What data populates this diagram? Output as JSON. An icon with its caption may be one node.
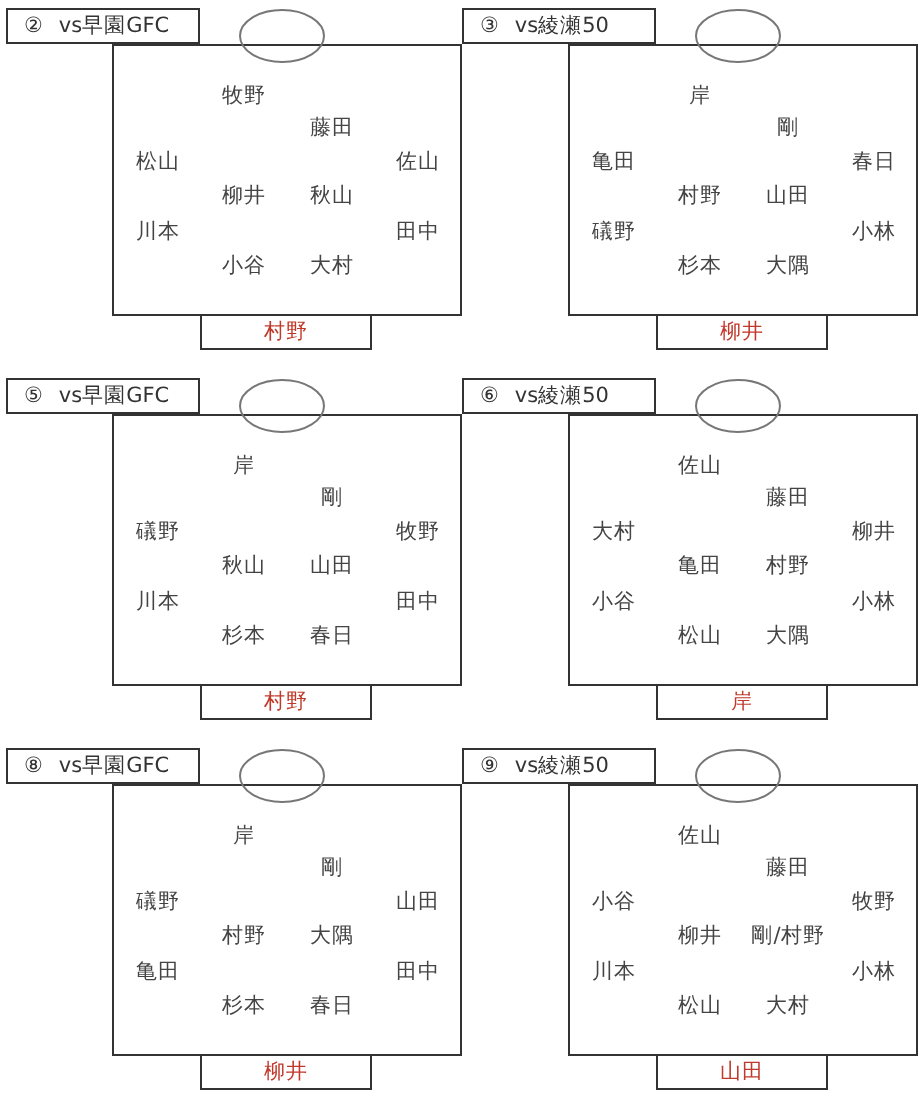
{
  "diagram": {
    "nodes": [
      {
        "text": [
          "②",
          "vs早園GFC"
        ]
      },
      {
        "text": [
          "牧野",
          "藤田",
          "松山",
          "佐山",
          "柳井",
          "秋山",
          "川本",
          "田中",
          "小谷",
          "大村"
        ]
      },
      {
        "text": [
          "村野"
        ]
      },
      {
        "text": [
          "③",
          "vs綾瀬50"
        ]
      },
      {
        "text": [
          "岸",
          "剛",
          "亀田",
          "春日",
          "村野",
          "山田",
          "礒野",
          "小林",
          "杉本",
          "大隅"
        ]
      },
      {
        "text": [
          "柳井"
        ]
      },
      {
        "text": [
          "⑤",
          "vs早園GFC"
        ]
      },
      {
        "text": [
          "岸",
          "剛",
          "礒野",
          "牧野",
          "秋山",
          "山田",
          "川本",
          "田中",
          "杉本",
          "春日"
        ]
      },
      {
        "text": [
          "村野"
        ]
      },
      {
        "text": [
          "⑥",
          "vs綾瀬50"
        ]
      },
      {
        "text": [
          "佐山",
          "藤田",
          "大村",
          "柳井",
          "亀田",
          "村野",
          "小谷",
          "小林",
          "松山",
          "大隅"
        ]
      },
      {
        "text": [
          "岸"
        ]
      },
      {
        "text": [
          "⑧",
          "vs早園GFC"
        ]
      },
      {
        "text": [
          "岸",
          "剛",
          "礒野",
          "山田",
          "村野",
          "大隅",
          "亀田",
          "田中",
          "杉本",
          "春日"
        ]
      },
      {
        "text": [
          "柳井"
        ]
      },
      {
        "text": [
          "⑨",
          "vs綾瀬50"
        ]
      },
      {
        "text": [
          "佐山",
          "藤田",
          "小谷",
          "牧野",
          "柳井",
          "剛/村野",
          "川本",
          "小林",
          "松山",
          "大村"
        ]
      },
      {
        "text": [
          "山田"
        ]
      }
    ]
  }
}
